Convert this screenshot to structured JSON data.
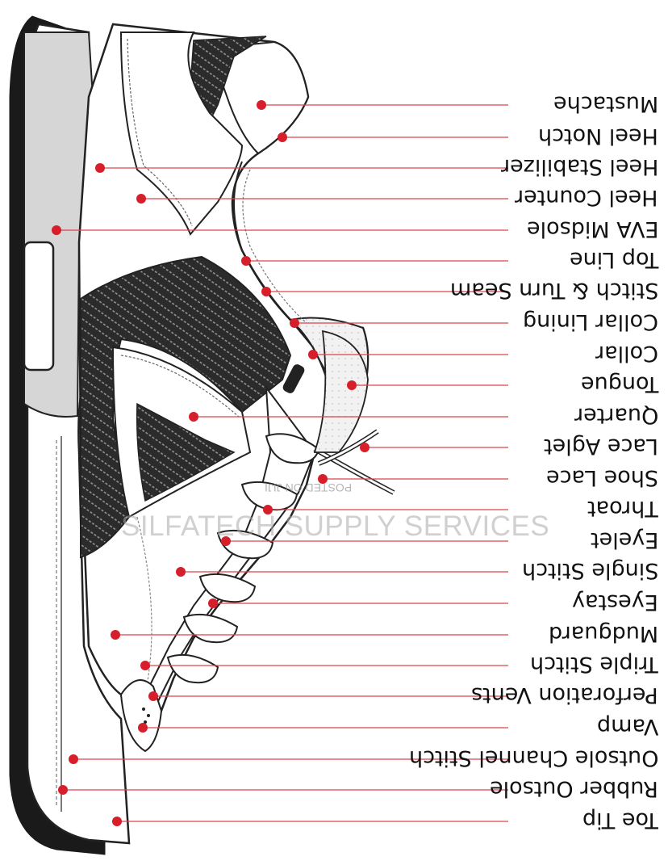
{
  "parts": [
    {
      "id": "mustache",
      "label": "Mustache"
    },
    {
      "id": "heel-notch",
      "label": "Heel Notch"
    },
    {
      "id": "heel-stabilizer",
      "label": "Heel Stabilizer"
    },
    {
      "id": "heel-counter",
      "label": "Heel Counter"
    },
    {
      "id": "eva-midsole",
      "label": "EVA Midsole"
    },
    {
      "id": "top-line",
      "label": "Top Line"
    },
    {
      "id": "stitch-turn-seam",
      "label": "Stitch & Turn Seam"
    },
    {
      "id": "collar-lining",
      "label": "Collar Lining"
    },
    {
      "id": "collar",
      "label": "Collar"
    },
    {
      "id": "tongue",
      "label": "Tongue"
    },
    {
      "id": "quarter",
      "label": "Quarter"
    },
    {
      "id": "lace-aglet",
      "label": "Lace Aglet"
    },
    {
      "id": "shoe-lace",
      "label": "Shoe Lace"
    },
    {
      "id": "throat",
      "label": "Throat"
    },
    {
      "id": "eyelet",
      "label": "Eyelet"
    },
    {
      "id": "single-stitch",
      "label": "Single Stitch"
    },
    {
      "id": "eyestay",
      "label": "Eyestay"
    },
    {
      "id": "mudguard",
      "label": "Mudguard"
    },
    {
      "id": "triple-stitch",
      "label": "Triple Stitch"
    },
    {
      "id": "perforation-vents",
      "label": "Perforation Vents"
    },
    {
      "id": "vamp",
      "label": "Vamp"
    },
    {
      "id": "outsole-channel-stitch",
      "label": "Outsole Channel Stitch"
    },
    {
      "id": "rubber-outsole",
      "label": "Rubber Outsole"
    },
    {
      "id": "toe-tip",
      "label": "Toe Tip"
    }
  ],
  "watermark": "SILFATECH SUPPLY SERVICES",
  "posted_text": "POSTED ON JIJI",
  "colors": {
    "leader": "#d9434b",
    "dot": "#d61f2a",
    "outline": "#222222",
    "mesh": "#2b2b2b",
    "midsole": "#d6d6d6",
    "sole": "#1a1a1a"
  }
}
